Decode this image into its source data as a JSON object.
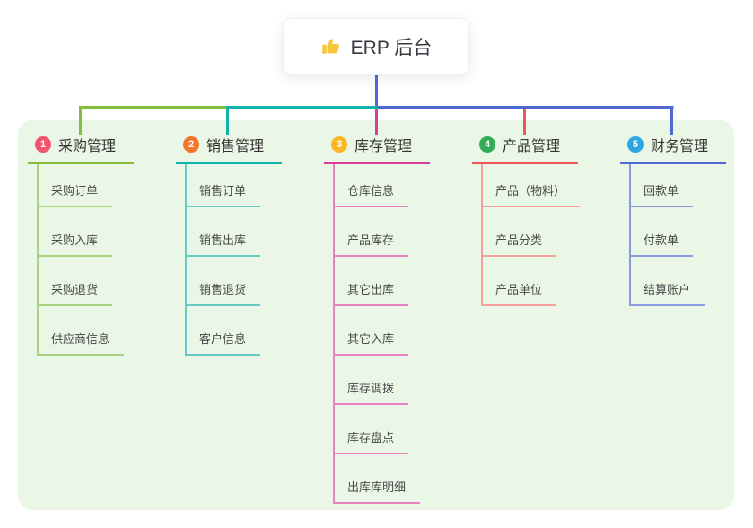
{
  "root": {
    "label": "ERP 后台",
    "icon": "thumbs-up-icon",
    "icon_color": "#f8c636"
  },
  "panel": {
    "background_color": "#eaf6e6"
  },
  "connector_root_color": "#4f68d4",
  "branches": [
    {
      "id": 1,
      "label": "采购管理",
      "badge_color": "#f2536f",
      "line_color": "#85bd3e",
      "child_line_color": "#a9d47e",
      "children": [
        "采购订单",
        "采购入库",
        "采购退货",
        "供应商信息"
      ]
    },
    {
      "id": 2,
      "label": "销售管理",
      "badge_color": "#f1752c",
      "line_color": "#10b4ac",
      "child_line_color": "#66cbc6",
      "children": [
        "销售订单",
        "销售出库",
        "销售退货",
        "客户信息"
      ]
    },
    {
      "id": 3,
      "label": "库存管理",
      "badge_color": "#fbb822",
      "line_color": "#da3c9d",
      "child_line_color": "#ea80bf",
      "children": [
        "仓库信息",
        "产品库存",
        "其它出库",
        "其它入库",
        "库存调拨",
        "库存盘点",
        "出库库明细"
      ]
    },
    {
      "id": 4,
      "label": "产品管理",
      "badge_color": "#31ae55",
      "line_color": "#ef5757",
      "child_line_color": "#f6a09b",
      "children": [
        "产品（物料）",
        "产品分类",
        "产品单位"
      ]
    },
    {
      "id": 5,
      "label": "财务管理",
      "badge_color": "#2ba8e2",
      "line_color": "#4f68d4",
      "child_line_color": "#8a9ade",
      "children": [
        "回款单",
        "付款单",
        "结算账户"
      ]
    }
  ]
}
